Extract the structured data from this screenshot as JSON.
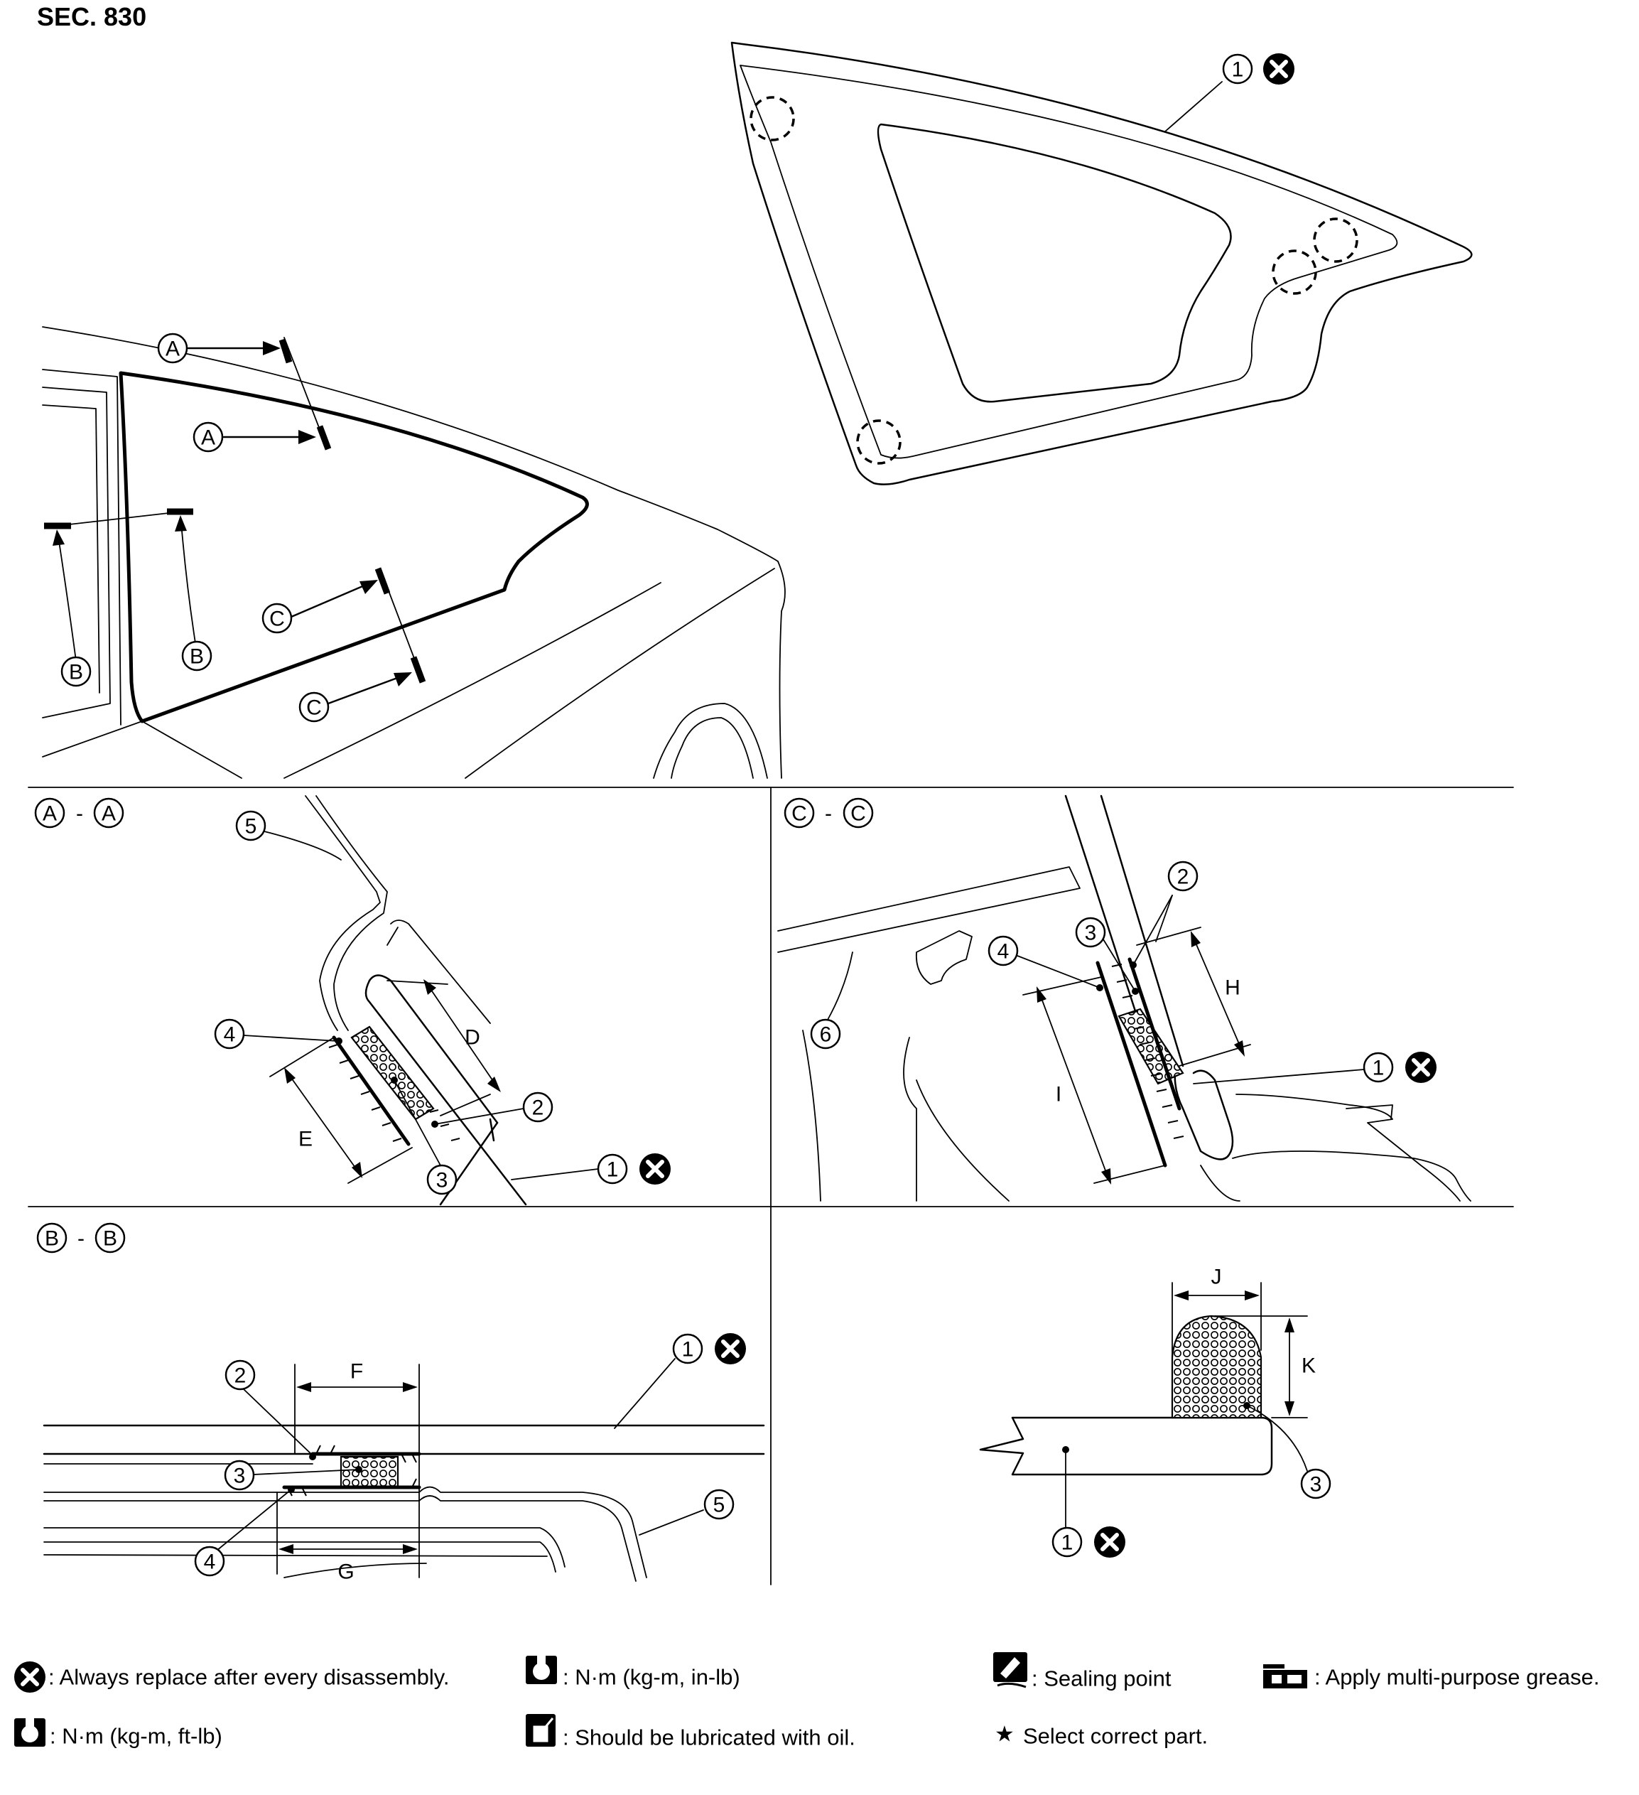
{
  "header": {
    "section": "SEC. 830"
  },
  "callouts": {
    "glass": "1",
    "sealant_bead": "2",
    "urethane_adhesive": "3",
    "primer": "4",
    "body_panel": "5",
    "trim": "6"
  },
  "section_labels": {
    "a": "A",
    "b": "B",
    "c": "C",
    "separator": "-"
  },
  "dimensions": {
    "d": "D",
    "e": "E",
    "f": "F",
    "g": "G",
    "h": "H",
    "i": "I",
    "j": "J",
    "k": "K"
  },
  "legend": {
    "replace": ": Always replace after every disassembly.",
    "torque_ft_lb": ": N·m (kg-m, ft-lb)",
    "torque_in_lb": ": N·m (kg-m, in-lb)",
    "lubricate": ": Should be lubricated with oil.",
    "sealing": ": Sealing point",
    "select_part": "Select correct part.",
    "grease": ": Apply multi-purpose grease."
  },
  "icons": [
    "replace-icon",
    "torque-wrench-icon",
    "oil-can-icon",
    "sealing-point-icon",
    "star-icon",
    "grease-icon"
  ]
}
